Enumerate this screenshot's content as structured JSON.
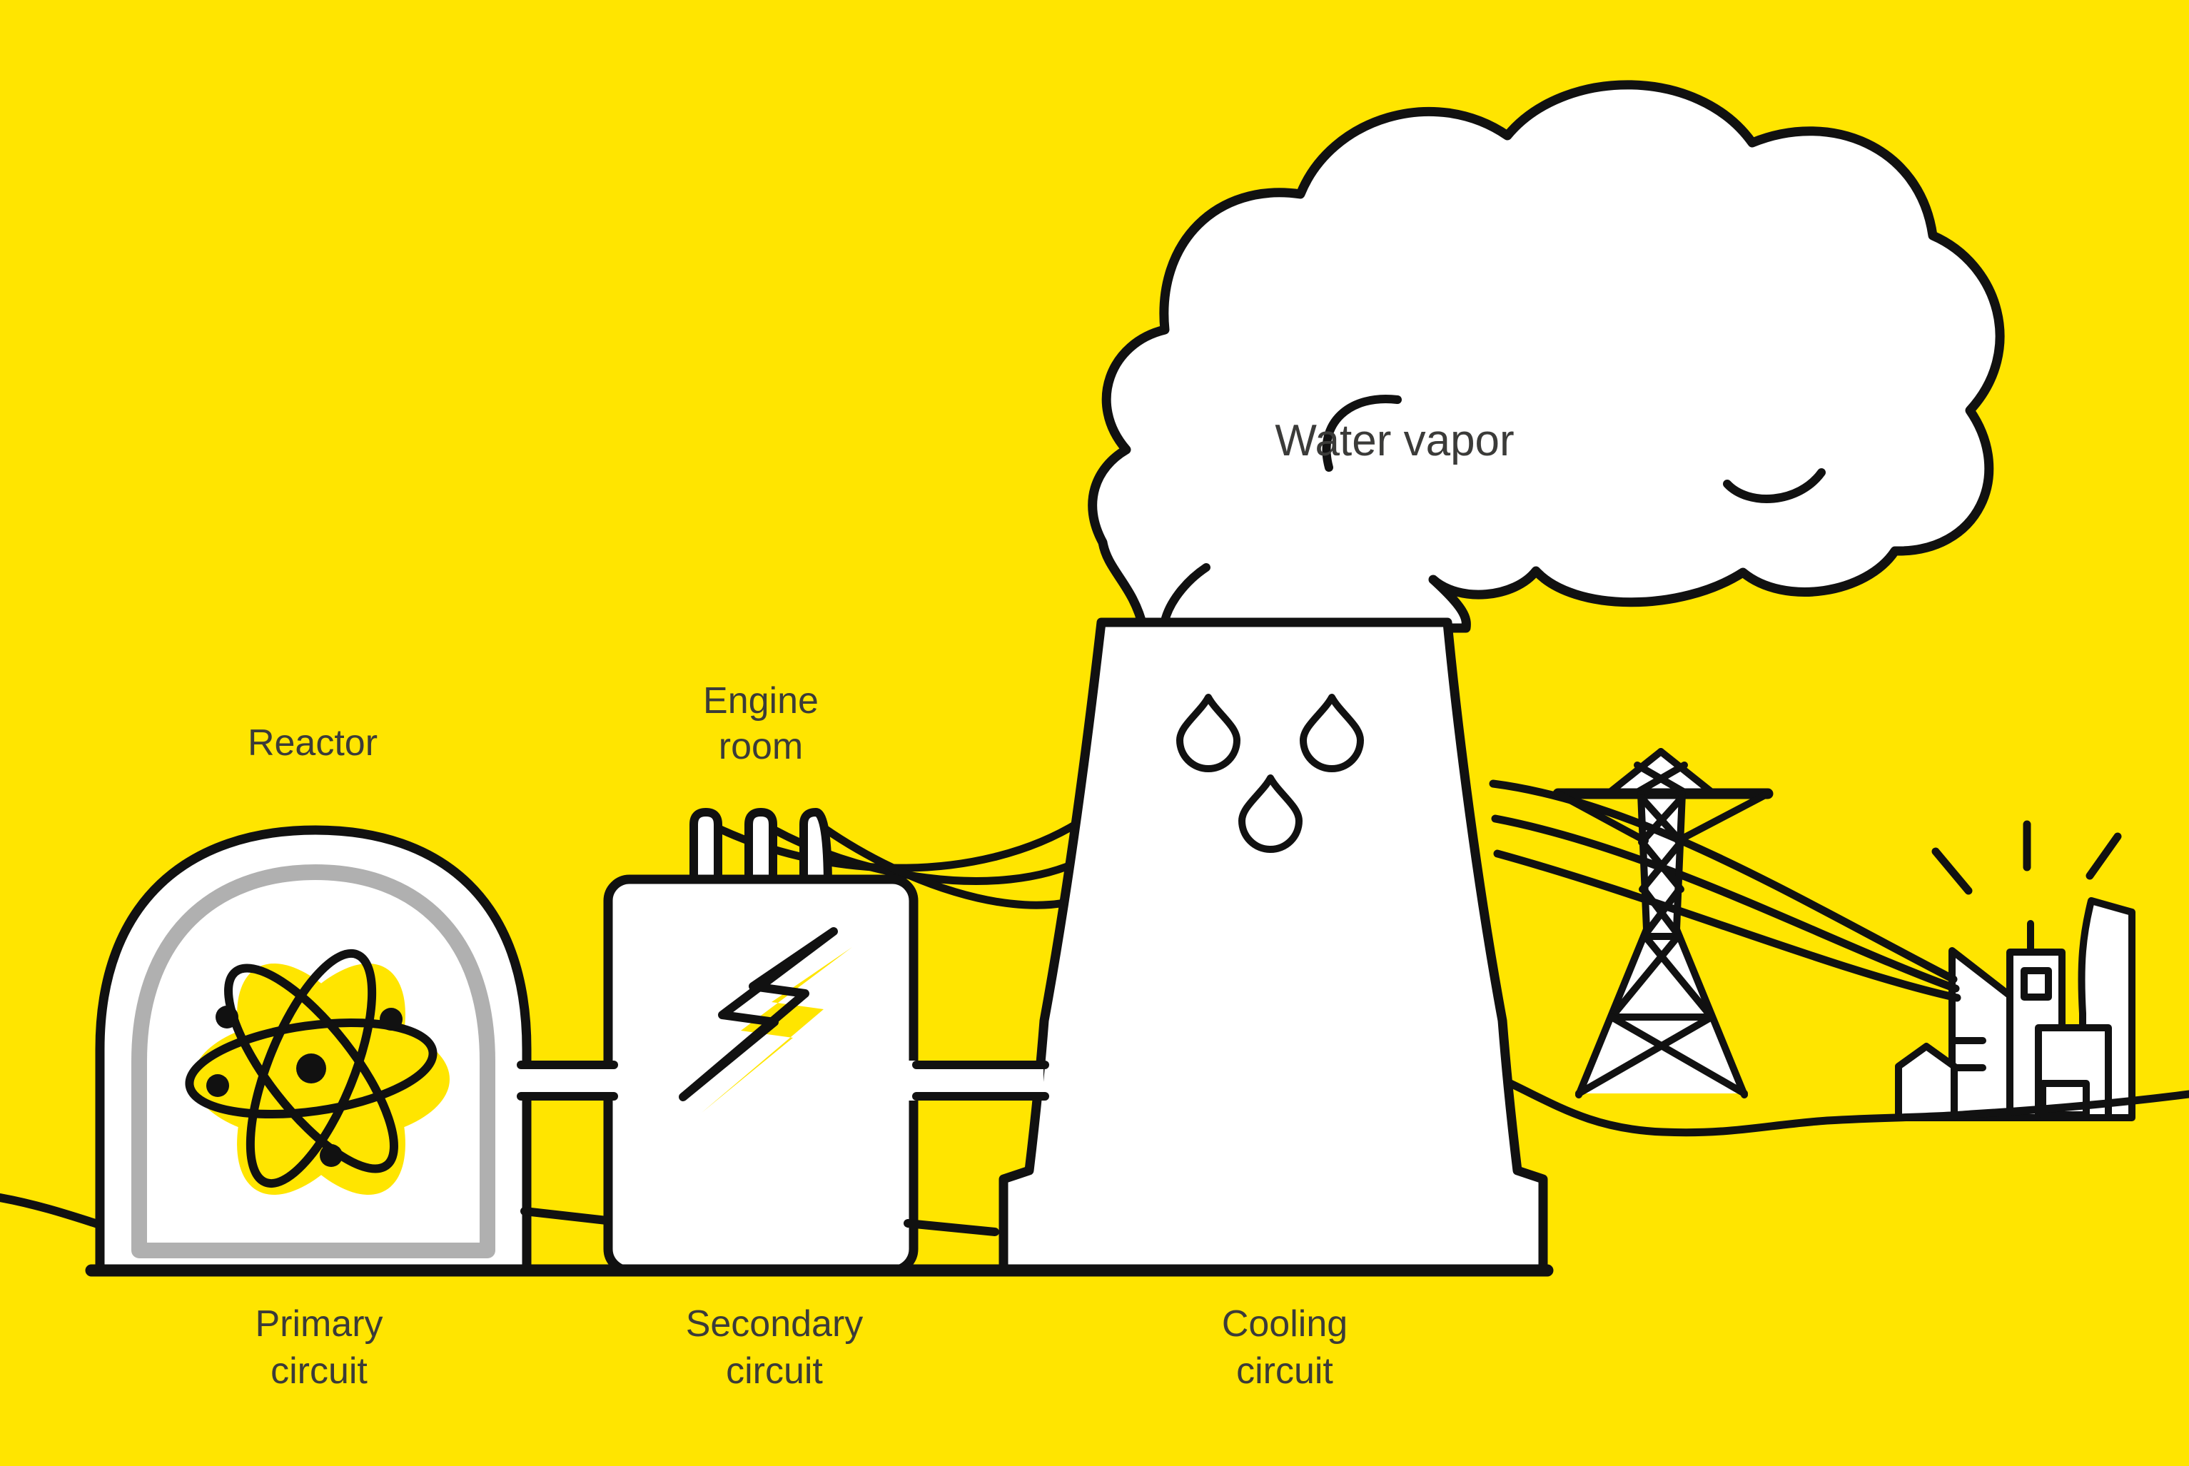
{
  "colors": {
    "bg": "#FFE500",
    "accent": "#FFE500",
    "line": "#111111",
    "inner-gray": "#B0B0B0",
    "text": "#3B3B39",
    "shape": "#FFFFFF"
  },
  "diagram": {
    "cloud": {
      "label": "Water vapor"
    },
    "reactor": {
      "name": "Reactor",
      "circuit_line1": "Primary",
      "circuit_line2": "circuit"
    },
    "engine_room": {
      "name_line1": "Engine",
      "name_line2": "room",
      "circuit_line1": "Secondary",
      "circuit_line2": "circuit"
    },
    "cooling_tower": {
      "circuit_line1": "Cooling",
      "circuit_line2": "circuit"
    },
    "icons": {
      "atom": "atom-icon",
      "lightning": "lightning-bolt-icon",
      "drops": "water-drop-icon",
      "cloud": "steam-cloud-icon",
      "pylon": "transmission-tower-icon",
      "city": "city-skyline-icon",
      "house": "house-icon",
      "rays": "sun-ray-icon"
    }
  }
}
